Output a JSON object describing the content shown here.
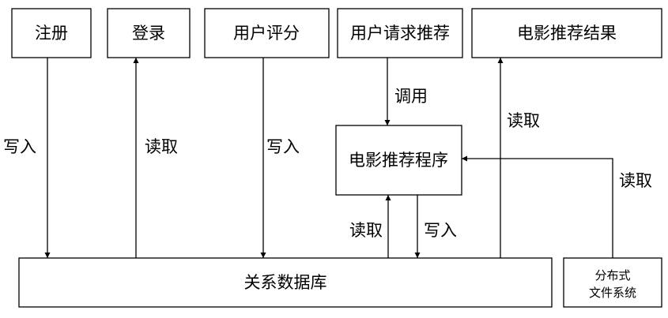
{
  "nodes": {
    "register": "注册",
    "login": "登录",
    "rating": "用户评分",
    "request": "用户请求推荐",
    "result": "电影推荐结果",
    "program": "电影推荐程序",
    "database": "关系数据库",
    "dfs_line1": "分布式",
    "dfs_line2": "文件系统"
  },
  "edges": {
    "register_db": "写入",
    "db_login": "读取",
    "rating_db": "写入",
    "request_program": "调用",
    "program_result": "读取",
    "dfs_program": "读取",
    "db_program": "读取",
    "program_db": "写入"
  }
}
